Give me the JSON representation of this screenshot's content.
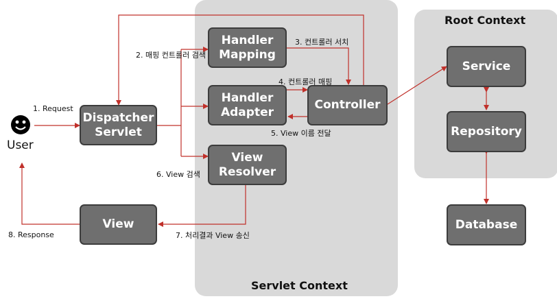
{
  "contexts": {
    "servlet": "Servlet Context",
    "root": "Root Context"
  },
  "actor": {
    "label": "User",
    "icon": "smiley-face-icon"
  },
  "boxes": {
    "dispatcher": [
      "Dispatcher",
      "Servlet"
    ],
    "handler_mapping": [
      "Handler",
      "Mapping"
    ],
    "handler_adapter": [
      "Handler",
      "Adapter"
    ],
    "controller": "Controller",
    "view_resolver": [
      "View",
      "Resolver"
    ],
    "view": "View",
    "service": "Service",
    "repository": "Repository",
    "database": "Database"
  },
  "steps": {
    "s1": "1. Request",
    "s2": "2. 매핑 컨트롤러 검색",
    "s3": "3. 컨트롤러 서치",
    "s4": "4. 컨트롤러 매핑",
    "s5": "5. View 이름 전달",
    "s6": "6. View 검색",
    "s7": "7. 처리결과 View 송신",
    "s8": "8. Response"
  },
  "colors": {
    "arrow": "#c0302a",
    "box_fill": "#6f6f6f",
    "context_fill": "#d9d9d9"
  }
}
